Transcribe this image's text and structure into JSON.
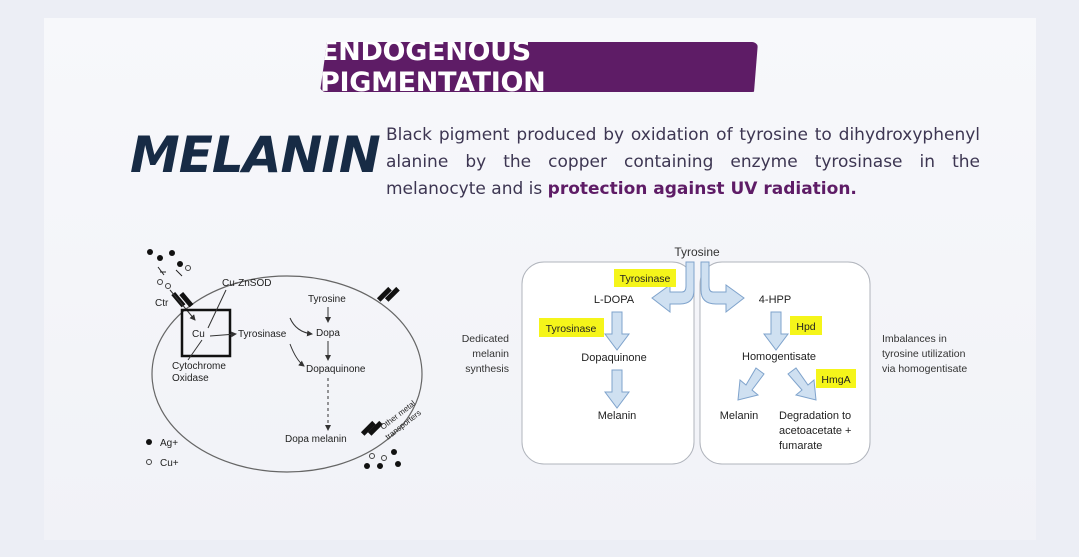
{
  "title": "ENDOGENOUS PIGMENTATION",
  "heading": "MELANIN",
  "description": {
    "text": "Black pigment produced by oxidation of tyrosine to dihydroxyphenyl alanine by the copper containing enzyme tyrosinase in the melanocyte and is ",
    "emphasis": "protection against UV radiation."
  },
  "cell_diagram": {
    "labels": {
      "ctr": "Ctr",
      "cu_znsod": "Cu-ZnSOD",
      "cu": "Cu",
      "tyrosinase": "Tyrosinase",
      "cytochrome": "Cytochrome",
      "oxidase": "Oxidase",
      "tyrosine": "Tyrosine",
      "dopa": "Dopa",
      "dopaquinone": "Dopaquinone",
      "dopa_melanin": "Dopa melanin",
      "other_metal": "Other metal",
      "transporters": "transporters"
    },
    "legend": {
      "ag": "Ag+",
      "cu": "Cu+"
    }
  },
  "pathway": {
    "top": "Tyrosine",
    "left_side_label": [
      "Dedicated",
      "melanin",
      "synthesis"
    ],
    "right_side_label": [
      "Imbalances in",
      "tyrosine utilization",
      "via homogentisate"
    ],
    "left_panel": {
      "enzyme1": "Tyrosinase",
      "ldopa": "L-DOPA",
      "enzyme2": "Tyrosinase",
      "dopaquinone": "Dopaquinone",
      "melanin": "Melanin"
    },
    "right_panel": {
      "hpp": "4-HPP",
      "hpd": "Hpd",
      "homogentisate": "Homogentisate",
      "hmga": "HmgA",
      "melanin": "Melanin",
      "degradation": [
        "Degradation to",
        "acetoacetate +",
        "fumarate"
      ]
    },
    "colors": {
      "highlight": "#f5f51a",
      "arrow_fill": "#cfe0f1",
      "arrow_stroke": "#7fa3cc"
    }
  }
}
